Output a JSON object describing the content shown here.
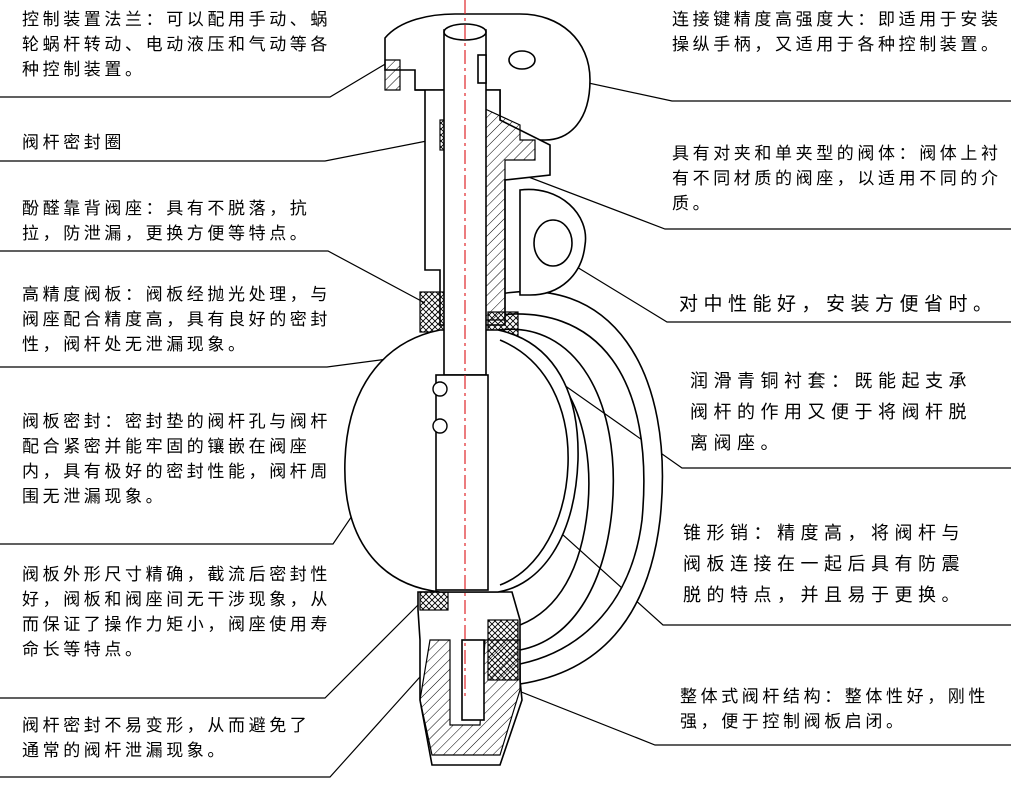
{
  "labels_left": [
    {
      "id": "l0",
      "name": "control-flange-label",
      "text": "控制装置法兰：可以配用手动、蜗轮蜗杆转动、电动液压和气动等各种控制装置。"
    },
    {
      "id": "l1",
      "name": "stem-seal-ring-label",
      "text": "阀杆密封圈"
    },
    {
      "id": "l2",
      "name": "phenolic-seat-label",
      "text": "酚醛靠背阀座：具有不脱落，抗拉，防泄漏，更换方便等特点。"
    },
    {
      "id": "l3",
      "name": "precision-disc-label",
      "text": "高精度阀板：阀板经抛光处理，与阀座配合精度高，具有良好的密封性，阀杆处无泄漏现象。"
    },
    {
      "id": "l4",
      "name": "disc-seal-label",
      "text": "阀板密封：密封垫的阀杆孔与阀杆配合紧密并能牢固的镶嵌在阀座内，具有极好的密封性能，阀杆周围无泄漏现象。"
    },
    {
      "id": "l5",
      "name": "disc-shape-label",
      "text": "阀板外形尺寸精确，截流后密封性好，阀板和阀座间无干涉现象，从而保证了操作力矩小，阀座使用寿命长等特点。"
    },
    {
      "id": "l6",
      "name": "stem-seal-label",
      "text": "阀杆密封不易变形，从而避免了通常的阀杆泄漏现象。"
    }
  ],
  "labels_right": [
    {
      "id": "r0",
      "name": "key-connection-label",
      "text": "连接键精度高强度大：即适用于安装操纵手柄，又适用于各种控制装置。"
    },
    {
      "id": "r1",
      "name": "body-type-label",
      "text": "具有对夹和单夹型的阀体：阀体上衬有不同材质的阀座，以适用不同的介质。"
    },
    {
      "id": "r2",
      "name": "centering-label",
      "text": "对中性能好，安装方便省时。"
    },
    {
      "id": "r3",
      "name": "bronze-bushing-label",
      "text": "润滑青铜衬套：既能起支承阀杆的作用又便于将阀杆脱离阀座。"
    },
    {
      "id": "r4",
      "name": "taper-pin-label",
      "text": "锥形销：精度高，将阀杆与阀板连接在一起后具有防震脱的特点，并且易于更换。"
    },
    {
      "id": "r5",
      "name": "integral-stem-label",
      "text": "整体式阀杆结构：整体性好，刚性强，便于控制阀板启闭。"
    }
  ],
  "colors": {
    "line": "#000000",
    "centerline": "#e0262a",
    "background": "#ffffff"
  }
}
